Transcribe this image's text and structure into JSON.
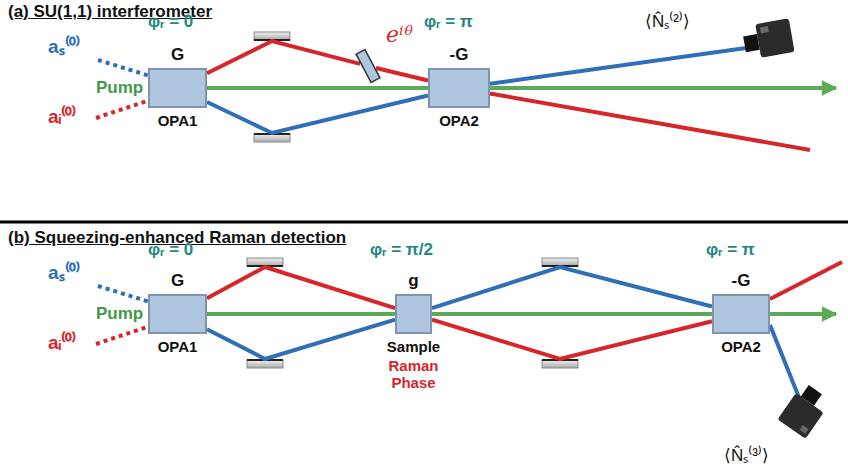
{
  "diagram": {
    "nodes": [
      {
        "text": [
          "G",
          "OPA1"
        ]
      },
      {
        "text": [
          "eⁱᶿ"
        ]
      },
      {
        "text": [
          "-G",
          "OPA2"
        ]
      },
      {
        "text": [
          "G",
          "OPA1"
        ]
      },
      {
        "text": [
          "g",
          "Sample",
          "Raman Phase"
        ]
      },
      {
        "text": [
          "-G",
          "OPA2"
        ]
      }
    ],
    "edges": [
      {
        "from": 0,
        "to": 1,
        "arrow": "none"
      },
      {
        "from": 1,
        "to": 2,
        "arrow": "none"
      },
      {
        "from": 0,
        "to": 2,
        "arrow": "none"
      },
      {
        "from": 3,
        "to": 4,
        "arrow": "none"
      },
      {
        "from": 3,
        "to": 4,
        "arrow": "none"
      },
      {
        "from": 4,
        "to": 5,
        "arrow": "none"
      },
      {
        "from": 4,
        "to": 5,
        "arrow": "none"
      }
    ],
    "labels": [
      "(a) SU(1,1) interferometer",
      "φᵣ = 0",
      "φᵣ = π",
      "⟨N̂ₛ⁽²⁾⟩",
      "aₛ⁽⁰⁾",
      "Pump",
      "aᵢ⁽⁰⁾",
      "(b) Squeezing-enhanced Raman detection",
      "φᵣ = 0",
      "φᵣ = π/2",
      "φᵣ = π",
      "⟨N̂ₛ⁽³⁾⟩",
      "aₛ⁽⁰⁾",
      "Pump",
      "aᵢ⁽⁰⁾"
    ]
  }
}
